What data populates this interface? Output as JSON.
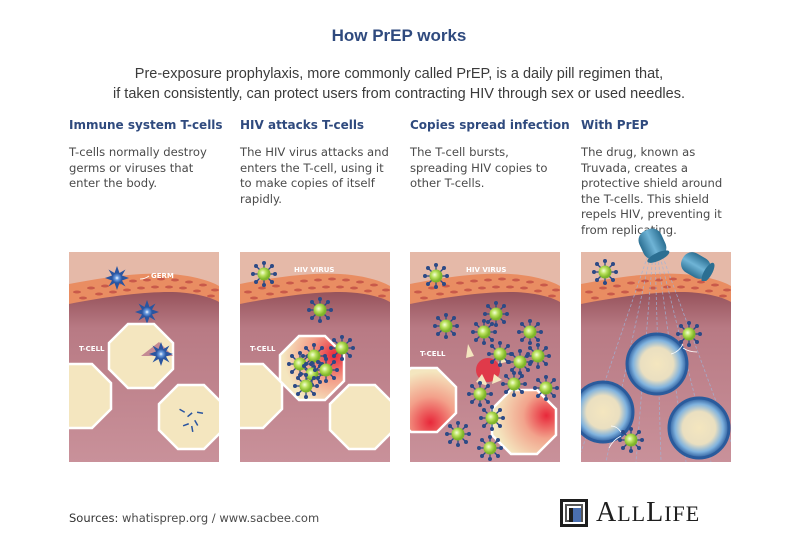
{
  "header": {
    "title": "How PrEP works",
    "subtitle_line1": "Pre-exposure prophylaxis, more commonly called PrEP, is a daily pill regimen that,",
    "subtitle_line2": "if taken consistently, can protect users from contracting HIV through sex or used needles."
  },
  "steps": [
    {
      "heading": "Immune system T-cells",
      "body": "T-cells normally destroy germs or viruses that enter the body.",
      "labels": [
        "GERM",
        "T-CELL"
      ]
    },
    {
      "heading": "HIV attacks T-cells",
      "body": "The HIV virus attacks and enters the T-cell, using it to make copies of itself rapidly.",
      "labels": [
        "HIV VIRUS",
        "T-CELL"
      ]
    },
    {
      "heading": "Copies spread infection",
      "body": "The T-cell bursts, spreading HIV copies to other T-cells.",
      "labels": [
        "HIV VIRUS",
        "T-CELL"
      ]
    },
    {
      "heading": "With PrEP",
      "body": "The drug, known as Truvada, creates a protective shield around the T-cells. This shield repels HIV, preventing it from replicating.",
      "labels": []
    }
  ],
  "footer": {
    "sources_label": "Sources:",
    "sources_text": " whatisprep.org / www.sacbee.com",
    "logo_text_big1": "A",
    "logo_text_small1": "LL",
    "logo_text_big2": "L",
    "logo_text_small2": "IFE"
  },
  "colors": {
    "title_blue": "#2f4a7e",
    "skin_top": "#e8bfae",
    "tissue": "#c48a94",
    "tcell": "#f4e6bf",
    "virus_green": "#9ccf3c",
    "virus_spike": "#2c4a86",
    "germ_blue": "#2f5ea8",
    "infection_red": "#e8283a",
    "shield_blue": "#2a5b9c"
  }
}
